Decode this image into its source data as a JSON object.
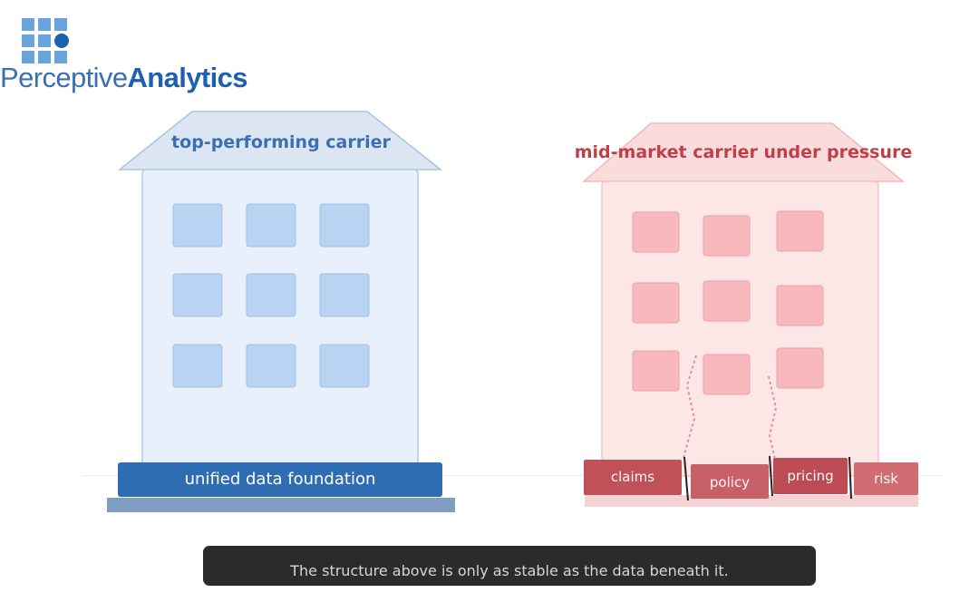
{
  "logo": {
    "brand_light": "Perceptive",
    "brand_bold": "Analytics",
    "grid_color": "#5b9bd5",
    "dot_color": "#1f5fb0"
  },
  "left_building": {
    "title": "top-performing carrier",
    "foundation": "unified data foundation",
    "color": "#3b6fb3",
    "fill": "#e8f0fb",
    "window_fill": "#b8d4f2"
  },
  "right_building": {
    "title": "mid-market carrier under pressure",
    "slabs": [
      "claims",
      "policy",
      "pricing",
      "risk"
    ],
    "color": "#c23f49",
    "fill": "#fde6e6",
    "window_fill": "#f7b9bd"
  },
  "caption": "The structure above is only as stable as the data beneath it."
}
